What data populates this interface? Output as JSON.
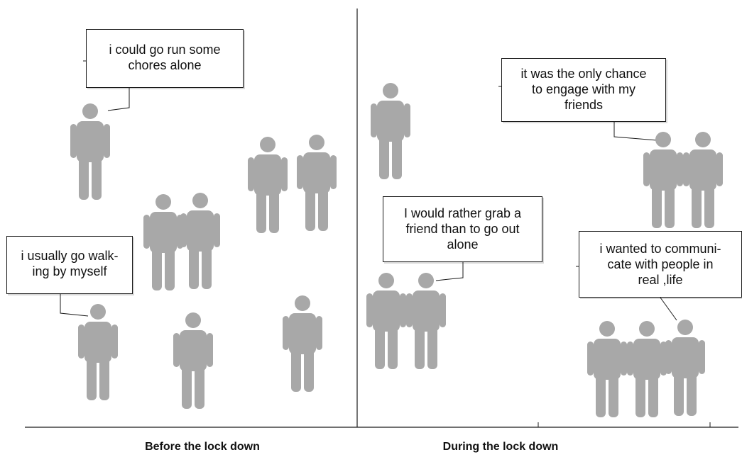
{
  "colors": {
    "figure": "#a8a8a8",
    "line": "#1a1a1a",
    "bubble_border": "#1a1a1a"
  },
  "sections": {
    "before_label": "Before the lock down",
    "during_label": "During the lock down"
  },
  "bubbles": {
    "before_chores": {
      "lines": [
        "i could go run some",
        "chores alone"
      ]
    },
    "before_walking": {
      "lines": [
        "i usually go walk-",
        "ing by myself"
      ]
    },
    "during_engage": {
      "lines": [
        "it was the only chance",
        "to engage with my",
        "friends"
      ]
    },
    "during_grab": {
      "lines": [
        "I would rather grab a",
        "friend than to go out",
        "alone"
      ]
    },
    "during_communicate": {
      "lines": [
        "i wanted to communi-",
        "cate with people in",
        "real ,life"
      ]
    }
  }
}
